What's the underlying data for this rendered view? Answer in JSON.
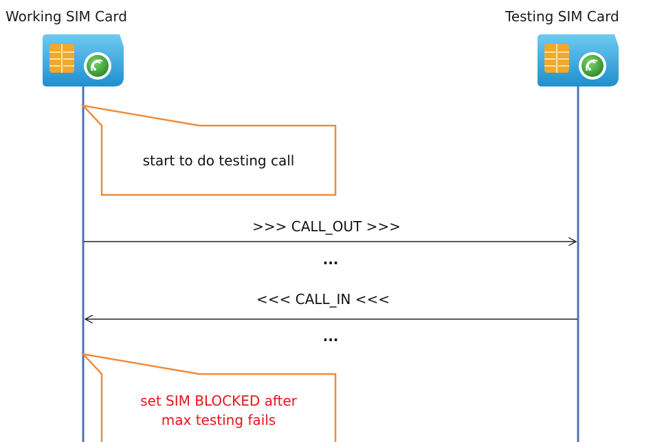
{
  "participants": {
    "left": {
      "title": "Working SIM Card",
      "icon": "sim-card-icon"
    },
    "right": {
      "title": "Testing SIM Card",
      "icon": "sim-card-icon"
    }
  },
  "messages": [
    {
      "label": ">>> CALL_OUT >>>",
      "direction": "left-to-right"
    },
    {
      "label": "<<< CALL_IN <<<",
      "direction": "right-to-left"
    }
  ],
  "ellipses": [
    "...",
    "..."
  ],
  "notes": [
    {
      "text": "start to do testing call",
      "color": "#111111"
    },
    {
      "text": "set SIM BLOCKED after\nmax testing fails",
      "color": "#e8131a"
    }
  ],
  "colors": {
    "lifeline": "#4a72b8",
    "note_border": "#ef8b3a",
    "sim_card": "#2aa6e0",
    "sim_chip": "#f2a72d",
    "sim_signal": "#3a9a3a"
  }
}
